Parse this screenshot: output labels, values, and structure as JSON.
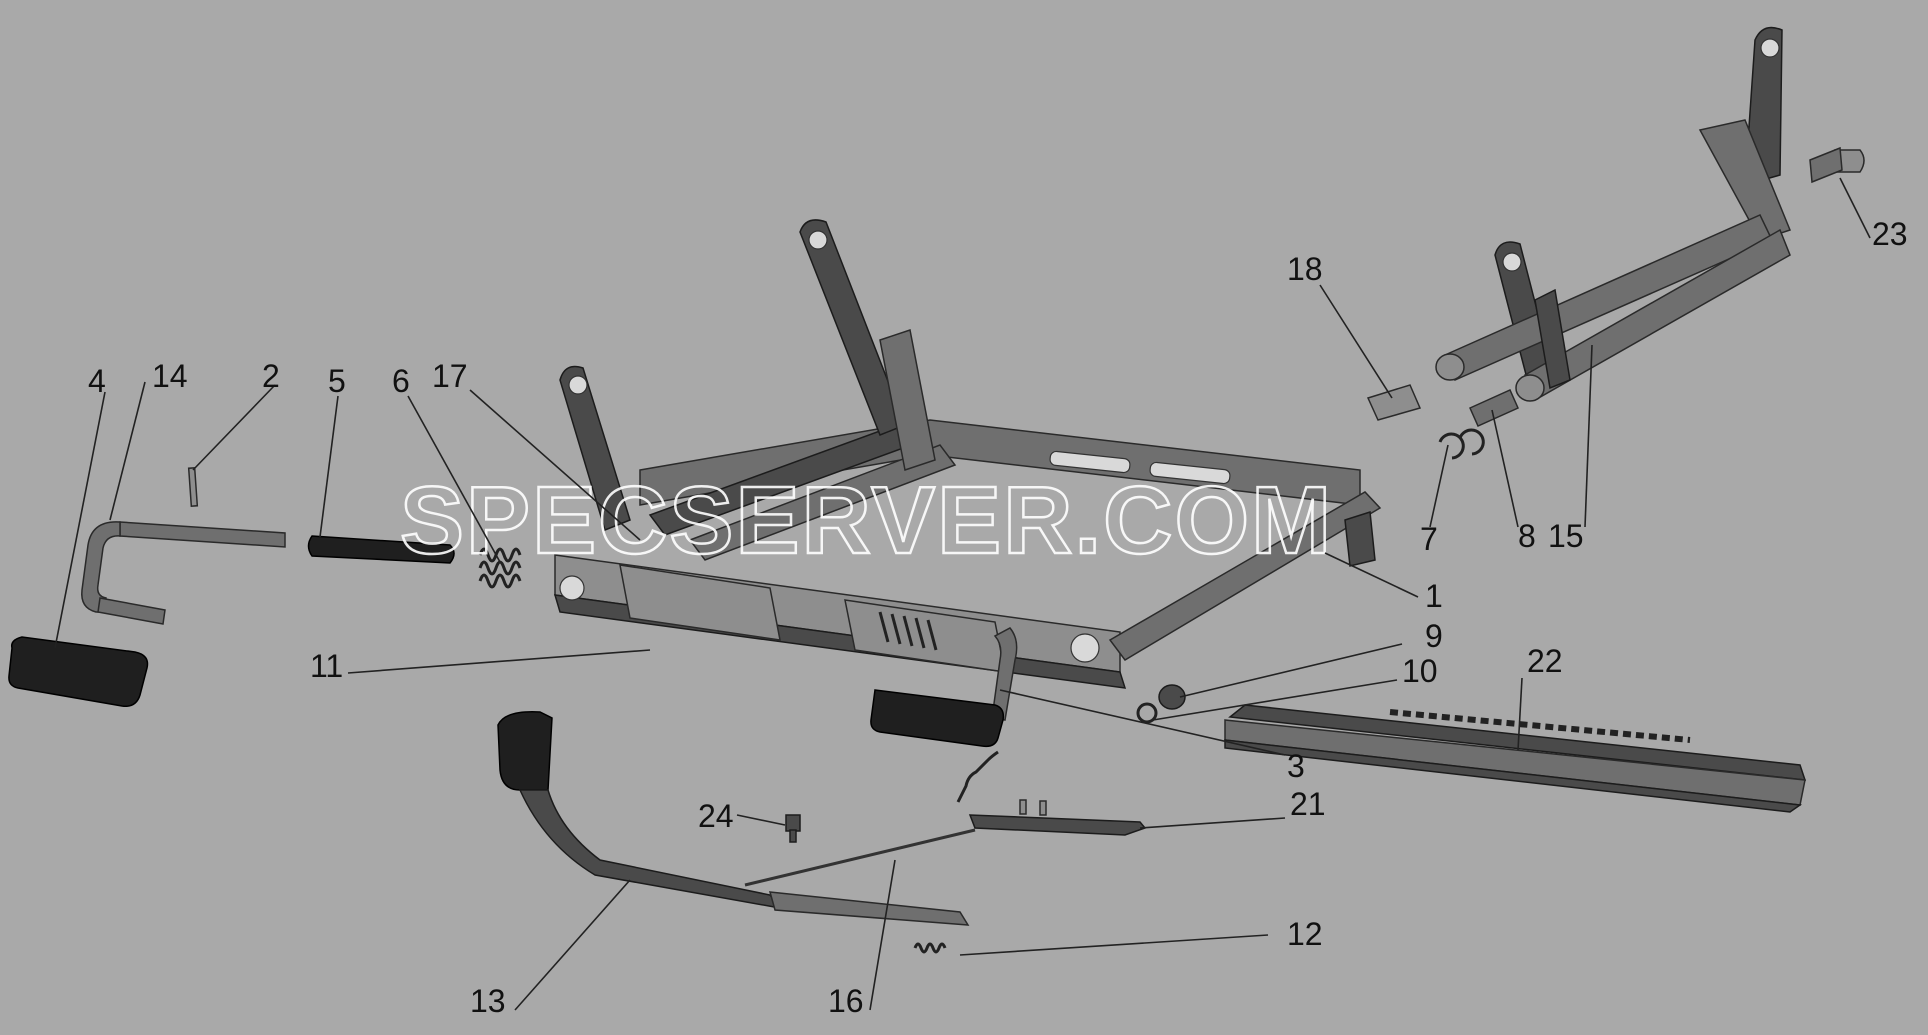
{
  "watermark": "SPECSERVER.COM",
  "callouts": [
    {
      "id": "4",
      "text": "4"
    },
    {
      "id": "14",
      "text": "14"
    },
    {
      "id": "2",
      "text": "2"
    },
    {
      "id": "5",
      "text": "5"
    },
    {
      "id": "6",
      "text": "6"
    },
    {
      "id": "17",
      "text": "17"
    },
    {
      "id": "18",
      "text": "18"
    },
    {
      "id": "23",
      "text": "23"
    },
    {
      "id": "7",
      "text": "7"
    },
    {
      "id": "8",
      "text": "8"
    },
    {
      "id": "15",
      "text": "15"
    },
    {
      "id": "1",
      "text": "1"
    },
    {
      "id": "9",
      "text": "9"
    },
    {
      "id": "10",
      "text": "10"
    },
    {
      "id": "22",
      "text": "22"
    },
    {
      "id": "11",
      "text": "11"
    },
    {
      "id": "3",
      "text": "3"
    },
    {
      "id": "21",
      "text": "21"
    },
    {
      "id": "24",
      "text": "24"
    },
    {
      "id": "12",
      "text": "12"
    },
    {
      "id": "13",
      "text": "13"
    },
    {
      "id": "16",
      "text": "16"
    }
  ]
}
